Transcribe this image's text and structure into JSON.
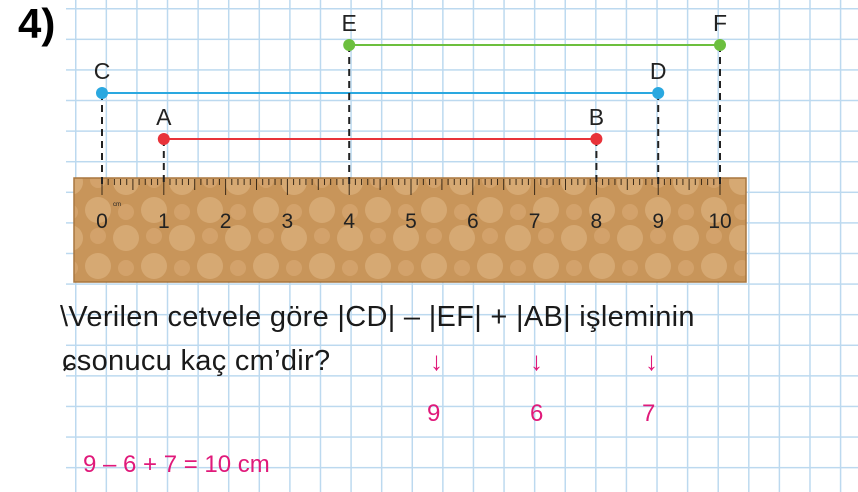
{
  "question_number": "4)",
  "points": [
    {
      "label": "C",
      "value": 0,
      "color": "#2aa8e0"
    },
    {
      "label": "D",
      "value": 9,
      "color": "#2aa8e0"
    },
    {
      "label": "A",
      "value": 1,
      "color": "#e8333a"
    },
    {
      "label": "B",
      "value": 8,
      "color": "#e8333a"
    },
    {
      "label": "E",
      "value": 4,
      "color": "#6cbf3e"
    },
    {
      "label": "F",
      "value": 10,
      "color": "#6cbf3e"
    }
  ],
  "ruler": {
    "ticks": [
      "0",
      "1",
      "2",
      "3",
      "4",
      "5",
      "6",
      "7",
      "8",
      "9",
      "10"
    ],
    "unit": "cm"
  },
  "question": {
    "line1": "\\Verilen cetvele göre |CD| – |EF| + |AB| işleminin",
    "line2": "ɕsonucu kaç cm’dir?"
  },
  "answers": {
    "cd": "9",
    "ef": "6",
    "ab": "7",
    "equation": "9 – 6 + 7 = 10 cm"
  },
  "colors": {
    "pink": "#e0197a",
    "ruler_wood": "#c8955a",
    "grid": "#bcd9ef"
  }
}
